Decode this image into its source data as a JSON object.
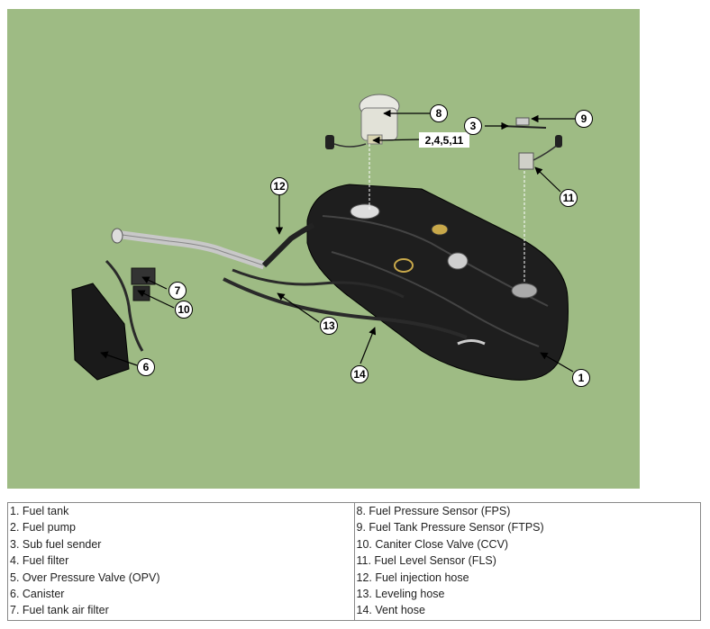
{
  "callouts": {
    "c1": "1",
    "c3": "3",
    "c6": "6",
    "c7": "7",
    "c8": "8",
    "c9": "9",
    "c10": "10",
    "c11": "11",
    "c12": "12",
    "c13": "13",
    "c14": "14",
    "c2451": "2,4,5,11"
  },
  "legend": {
    "left": [
      "1. Fuel tank",
      "2. Fuel pump",
      "3. Sub fuel sender",
      "4. Fuel filter",
      "5. Over Pressure Valve (OPV)",
      "6. Canister",
      "7. Fuel tank air filter"
    ],
    "right": [
      "8. Fuel Pressure Sensor (FPS)",
      "9. Fuel Tank Pressure Sensor (FTPS)",
      "10. Caniter Close Valve (CCV)",
      "11. Fuel Level Sensor (FLS)",
      "12. Fuel injection hose",
      "13. Leveling hose",
      "14. Vent hose"
    ]
  },
  "colors": {
    "background": "#9ebb84",
    "tank": "#1e1e1e",
    "callout_fill": "#ffffff",
    "callout_stroke": "#000000"
  }
}
